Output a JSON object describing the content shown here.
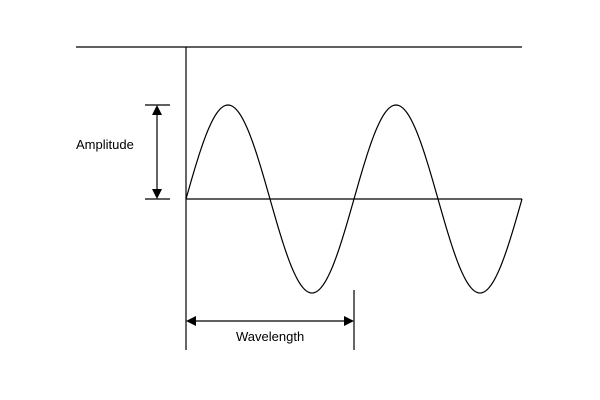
{
  "labels": {
    "amplitude": "Amplitude",
    "wavelength": "Wavelength"
  },
  "wave": {
    "cycles_shown": 2,
    "amplitude_fraction": 1.0
  },
  "colors": {
    "line": "#000000",
    "background": "#ffffff"
  }
}
